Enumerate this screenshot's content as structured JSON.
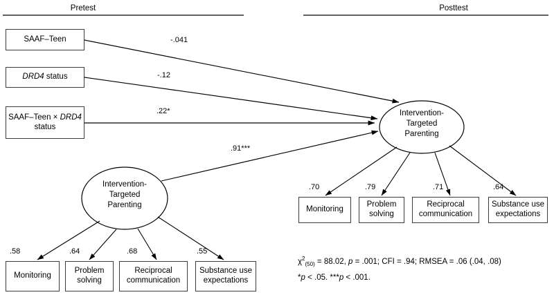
{
  "figure": {
    "type": "sem-path-diagram",
    "headers": [
      {
        "label": "Pretest"
      },
      {
        "label": "Posttest"
      }
    ]
  },
  "pretest": {
    "predictors": [
      {
        "name": "saaf-teen",
        "text": "SAAF–Teen"
      },
      {
        "name": "drd4-status",
        "text_italic": "DRD4",
        "text_plain": " status"
      },
      {
        "name": "saaf-teen-x-drd4-status",
        "line1_plain": "SAAF–Teen × ",
        "line1_italic": "DRD4",
        "line2": "status"
      }
    ],
    "latent": {
      "name": "intervention-targeted-parenting-pretest",
      "line1": "Intervention-",
      "line2": "Targeted",
      "line3": "Parenting"
    },
    "indicators": [
      {
        "label_line1": "Monitoring",
        "label_line2": "",
        "loading": ".58"
      },
      {
        "label_line1": "Problem",
        "label_line2": "solving",
        "loading": ".64"
      },
      {
        "label_line1": "Reciprocal",
        "label_line2": "communication",
        "loading": ".68"
      },
      {
        "label_line1": "Substance use",
        "label_line2": "expectations",
        "loading": ".55"
      }
    ]
  },
  "posttest": {
    "latent": {
      "name": "intervention-targeted-parenting-posttest",
      "line1": "Intervention-",
      "line2": "Targeted",
      "line3": "Parenting"
    },
    "indicators": [
      {
        "label_line1": "Monitoring",
        "label_line2": "",
        "loading": ".70"
      },
      {
        "label_line1": "Problem",
        "label_line2": "solving",
        "loading": ".79"
      },
      {
        "label_line1": "Reciprocal",
        "label_line2": "communication",
        "loading": ".71"
      },
      {
        "label_line1": "Substance use",
        "label_line2": "expectations",
        "loading": ".64"
      }
    ]
  },
  "paths": [
    {
      "name": "saaf-teen-to-posttest-parenting",
      "coefficient": "-.041"
    },
    {
      "name": "drd4-to-posttest-parenting",
      "coefficient": "-.12"
    },
    {
      "name": "interaction-to-posttest-parenting",
      "coefficient": ".22*"
    },
    {
      "name": "pretest-parenting-to-posttest-parenting",
      "coefficient": ".91***"
    }
  ],
  "notes": {
    "fit_chi_symbol": "χ",
    "fit_chi_sup": "2",
    "fit_chi_sub": "(50)",
    "fit_rest_a": " = 88.02, ",
    "fit_p_italic": "p",
    "fit_rest_b": " = .001; CFI = .94; RMSEA = .06 (.04, .08)",
    "sig_a": "*",
    "sig_p1": "p",
    "sig_b": " < .05. ***",
    "sig_p2": "p",
    "sig_c": " < .001."
  },
  "chart_data": {
    "type": "diagram",
    "title": "Structural equation model: Pretest predictors and parenting latent factors",
    "nodes": [
      {
        "id": "saaf",
        "label": "SAAF–Teen",
        "shape": "rect",
        "panel": "pretest"
      },
      {
        "id": "drd4",
        "label": "DRD4 status",
        "shape": "rect",
        "panel": "pretest"
      },
      {
        "id": "inter",
        "label": "SAAF–Teen × DRD4 status",
        "shape": "rect",
        "panel": "pretest"
      },
      {
        "id": "pre_itp",
        "label": "Intervention-Targeted Parenting",
        "shape": "ellipse",
        "panel": "pretest"
      },
      {
        "id": "post_itp",
        "label": "Intervention-Targeted Parenting",
        "shape": "ellipse",
        "panel": "posttest"
      }
    ],
    "edges": [
      {
        "from": "saaf",
        "to": "post_itp",
        "label": "-.041"
      },
      {
        "from": "drd4",
        "to": "post_itp",
        "label": "-.12"
      },
      {
        "from": "inter",
        "to": "post_itp",
        "label": ".22*"
      },
      {
        "from": "pre_itp",
        "to": "post_itp",
        "label": ".91***"
      },
      {
        "from": "pre_itp",
        "to": "Monitoring (pretest)",
        "label": ".58"
      },
      {
        "from": "pre_itp",
        "to": "Problem solving (pretest)",
        "label": ".64"
      },
      {
        "from": "pre_itp",
        "to": "Reciprocal communication (pretest)",
        "label": ".68"
      },
      {
        "from": "pre_itp",
        "to": "Substance use expectations (pretest)",
        "label": ".55"
      },
      {
        "from": "post_itp",
        "to": "Monitoring (posttest)",
        "label": ".70"
      },
      {
        "from": "post_itp",
        "to": "Problem solving (posttest)",
        "label": ".79"
      },
      {
        "from": "post_itp",
        "to": "Reciprocal communication (posttest)",
        "label": ".71"
      },
      {
        "from": "post_itp",
        "to": "Substance use expectations (posttest)",
        "label": ".64"
      }
    ],
    "fit_statistics": {
      "chi_square": 88.02,
      "df": 50,
      "p": 0.001,
      "CFI": 0.94,
      "RMSEA": 0.06,
      "RMSEA_CI": [
        0.04,
        0.08
      ]
    }
  }
}
